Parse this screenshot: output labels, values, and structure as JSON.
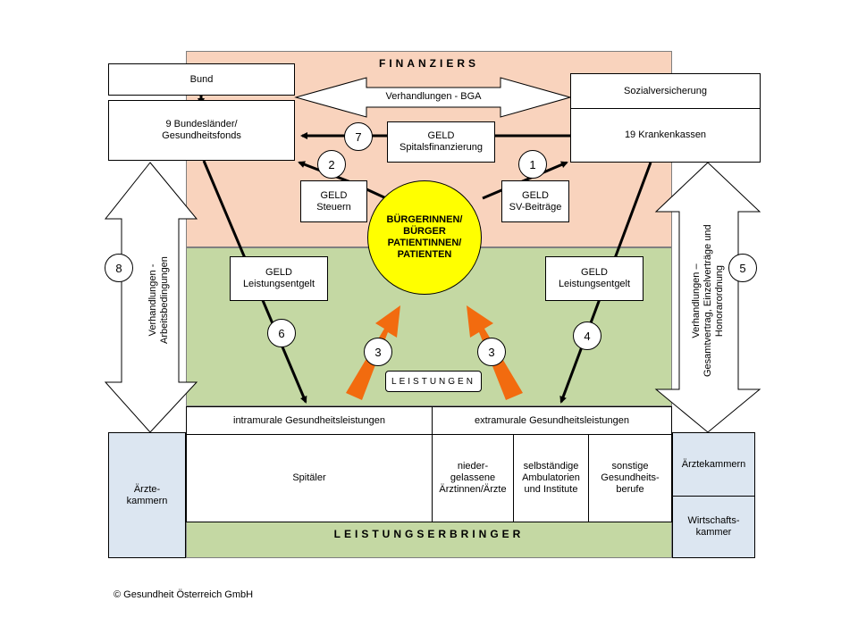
{
  "finanziers": {
    "title": "FINANZIERS",
    "bund": "Bund",
    "bundeslaender_line1": "9 Bundesländer/",
    "bundeslaender_line2": "Gesundheitsfonds",
    "sozialversicherung": "Sozialversicherung",
    "krankenkassen": "19 Krankenkassen",
    "verhandlungen_bga": "Verhandlungen - BGA",
    "spital_line1": "GELD",
    "spital_line2": "Spitalsfinanzierung",
    "steuern_line1": "GELD",
    "steuern_line2": "Steuern",
    "sv_line1": "GELD",
    "sv_line2": "SV-Beiträge"
  },
  "citizens": {
    "line1": "BÜRGERINNEN/",
    "line2": "BÜRGER",
    "line3": "PATIENTINNEN/",
    "line4": "PATIENTEN"
  },
  "leistungen": {
    "title": "LEISTUNGEN",
    "left_geld_line1": "GELD",
    "left_geld_line2": "Leistungsentgelt",
    "right_geld_line1": "GELD",
    "right_geld_line2": "Leistungsentgelt"
  },
  "numbers": {
    "n1": "1",
    "n2": "2",
    "n3a": "3",
    "n3b": "3",
    "n4": "4",
    "n5": "5",
    "n6": "6",
    "n7": "7",
    "n8": "8"
  },
  "left_arrow": {
    "line1": "Verhandlungen -",
    "line2": "Arbeitsbedingungen"
  },
  "right_arrow": {
    "line1": "Verhandlungen –",
    "line2": "Gesamtvertrag, Einzelverträge und",
    "line3": "Honorarordnung"
  },
  "erbringer": {
    "title": "LEISTUNGSERBRINGER",
    "intramural": "intramurale Gesundheitsleistungen",
    "extramural": "extramurale Gesundheitsleistungen",
    "spitaeler": "Spitäler",
    "niedergelassene_line1": "nieder-",
    "niedergelassene_line2": "gelassene",
    "niedergelassene_line3": "Ärztinnen/Ärzte",
    "ambulatorien_line1": "selbständige",
    "ambulatorien_line2": "Ambulatorien",
    "ambulatorien_line3": "und Institute",
    "sonstige_line1": "sonstige",
    "sonstige_line2": "Gesundheits-",
    "sonstige_line3": "berufe"
  },
  "kammern": {
    "aerzte_left_line1": "Ärzte-",
    "aerzte_left_line2": "kammern",
    "aerzte_right": "Ärztekammern",
    "wirtschaft_line1": "Wirtschafts-",
    "wirtschaft_line2": "kammer"
  },
  "footer": {
    "copyright": "© Gesundheit Österreich GmbH"
  },
  "colors": {
    "finanziers_bg": "#f9d3bd",
    "leistungen_bg": "#c4d8a3",
    "kammer_bg": "#dce6f1",
    "citizens_fill": "#ffff00",
    "orange_arrow": "#f26b0f"
  }
}
